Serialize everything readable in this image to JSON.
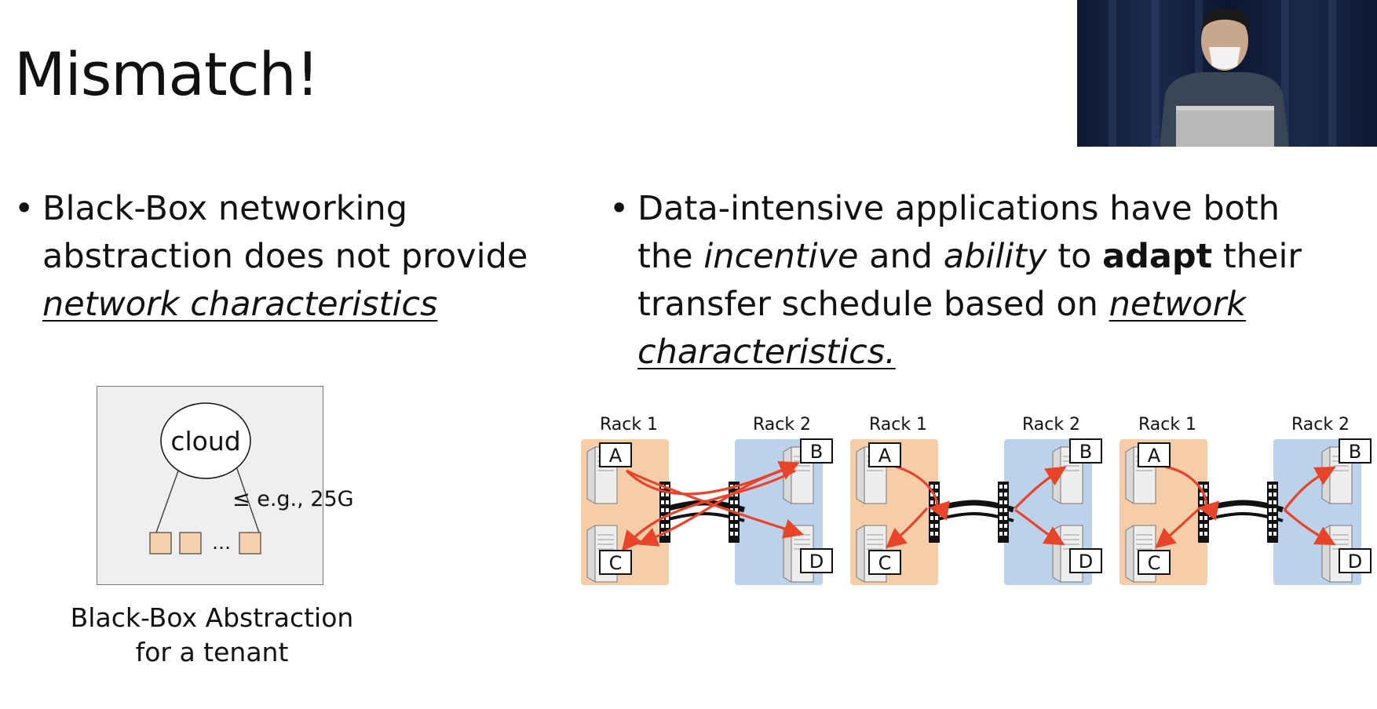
{
  "slide": {
    "title": "Mismatch!",
    "bullet_symbol": "•",
    "left_bullet": {
      "line1": "Black-Box networking",
      "line2": "abstraction does not provide",
      "line3_link": "network characteristics"
    },
    "right_bullet": {
      "t1": "Data-intensive applications have both",
      "t2": "the ",
      "t3_it": "incentive",
      "t4": " and ",
      "t5_it": "ability",
      "t6": " to ",
      "t7_bold": "adapt",
      "t8": " their",
      "t9": "transfer schedule based on ",
      "t10_link": "network",
      "t11_link": "characteristics."
    }
  },
  "blackbox_diagram": {
    "cloud_label": "cloud",
    "bandwidth_label": "≤ e.g., 25G",
    "ellipsis": "…",
    "caption_line1": "Black-Box Abstraction",
    "caption_line2": "for a tenant"
  },
  "rack_diagrams": [
    {
      "left_rack": "Rack 1",
      "right_rack": "Rack 2",
      "nodes": [
        "A",
        "B",
        "C",
        "D"
      ]
    },
    {
      "left_rack": "Rack 1",
      "right_rack": "Rack 2",
      "nodes": [
        "A",
        "B",
        "C",
        "D"
      ]
    },
    {
      "left_rack": "Rack 1",
      "right_rack": "Rack 2",
      "nodes": [
        "A",
        "B",
        "C",
        "D"
      ]
    }
  ],
  "colors": {
    "rack_left": "#f6cda9",
    "rack_right": "#bcd2eb",
    "flow_arrow": "#e8442a",
    "host_box": "#f5cfae",
    "cam_background": "#13213f"
  }
}
